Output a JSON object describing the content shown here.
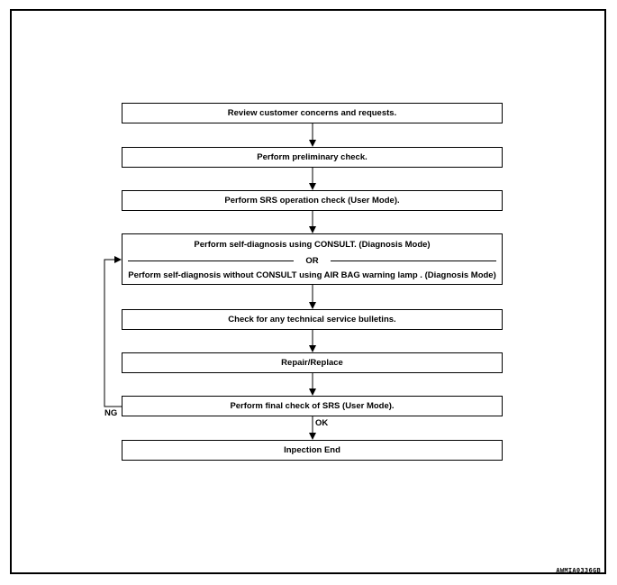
{
  "steps": [
    "Review customer concerns and requests.",
    "Perform preliminary check.",
    "Perform SRS operation check (User Mode).",
    "Perform self-diagnosis using CONSULT. (Diagnosis Mode)",
    "OR",
    "Perform self-diagnosis  without CONSULT using AIR BAG warning lamp . (Diagnosis Mode)",
    "Check for any technical service bulletins.",
    "Repair/Replace",
    "Perform final check of SRS (User Mode).",
    "Inpection End"
  ],
  "labels": {
    "ok": "OK",
    "ng": "NG"
  },
  "figure_code": "AWMIA0336GB"
}
